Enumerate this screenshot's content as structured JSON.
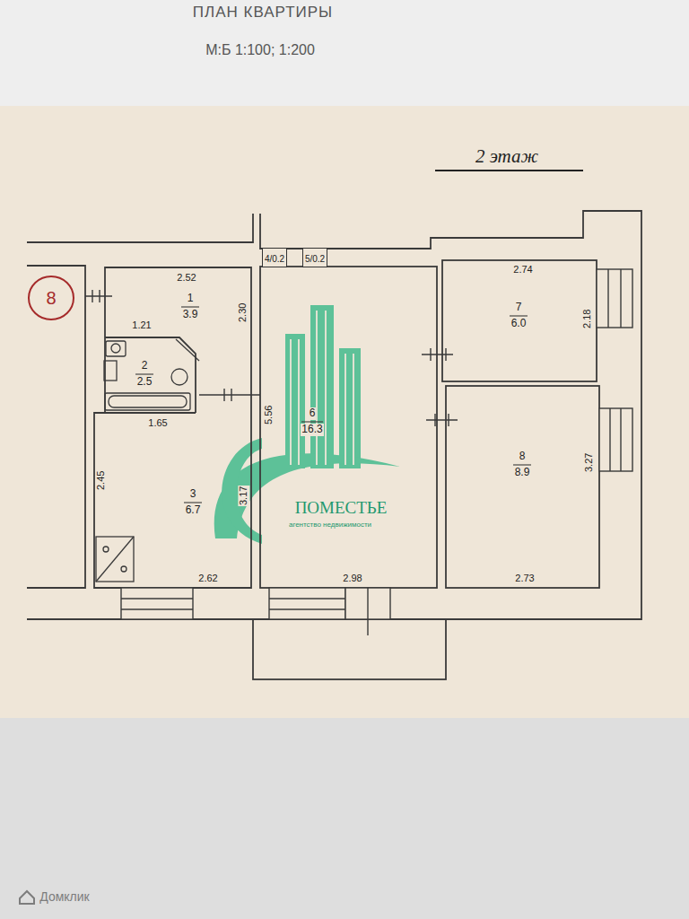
{
  "diagram": {
    "title": "ПЛАН КВАРТИРЫ",
    "nodes": [
      {
        "text": [
          "8"
        ]
      },
      {
        "text": [
          "4/0.2"
        ]
      },
      {
        "text": [
          "5/0.2"
        ]
      },
      {
        "text": [
          "1",
          "3.9"
        ]
      },
      {
        "text": [
          "7",
          "6.0"
        ]
      },
      {
        "text": [
          "2",
          "2.5"
        ]
      },
      {
        "text": [
          "6",
          "16.3"
        ]
      },
      {
        "text": [
          "8",
          "8.9"
        ]
      },
      {
        "text": [
          "3",
          "6.7"
        ]
      }
    ],
    "labels": [
      "М:Б 1:100; 1:200",
      "2 этаж",
      "2.52",
      "2.74",
      "1.21",
      "2.30",
      "2.18",
      "1.65",
      "5.56",
      "3.27",
      "2.45",
      "3.17",
      "ПОМЕСТЬЕ",
      "агентство недвижимости",
      "2.62",
      "2.98",
      "2.73",
      "Домклик"
    ]
  }
}
